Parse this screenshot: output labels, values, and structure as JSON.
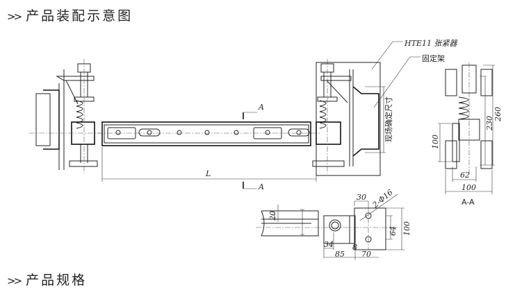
{
  "headings": {
    "assembly": {
      "icon": "double-chevron-right-icon",
      "chevron": ">>",
      "title": "产品装配示意图"
    },
    "specs": {
      "icon": "double-chevron-right-icon",
      "chevron": ">>",
      "title": "产品规格"
    }
  },
  "drawing": {
    "labels": {
      "tensioner": "HTE11 张紧器",
      "bracket": "固定架",
      "field_size": "现场确定尺寸",
      "length": "L",
      "section_mark": "A",
      "section_view": "A-A"
    },
    "dimensions": {
      "side_view": {
        "overall_height": "260",
        "height": "230",
        "bracket_height": "100",
        "inner_width": "62",
        "width": "100"
      },
      "detail": {
        "hole_spacing_x": "30",
        "holes": "2-Φ16",
        "hole_spacing_y": "64",
        "plate_height": "100",
        "offset_20": "20",
        "offset_34": "34",
        "width_85": "85",
        "gap_8": "8",
        "width_70": "70"
      }
    }
  }
}
